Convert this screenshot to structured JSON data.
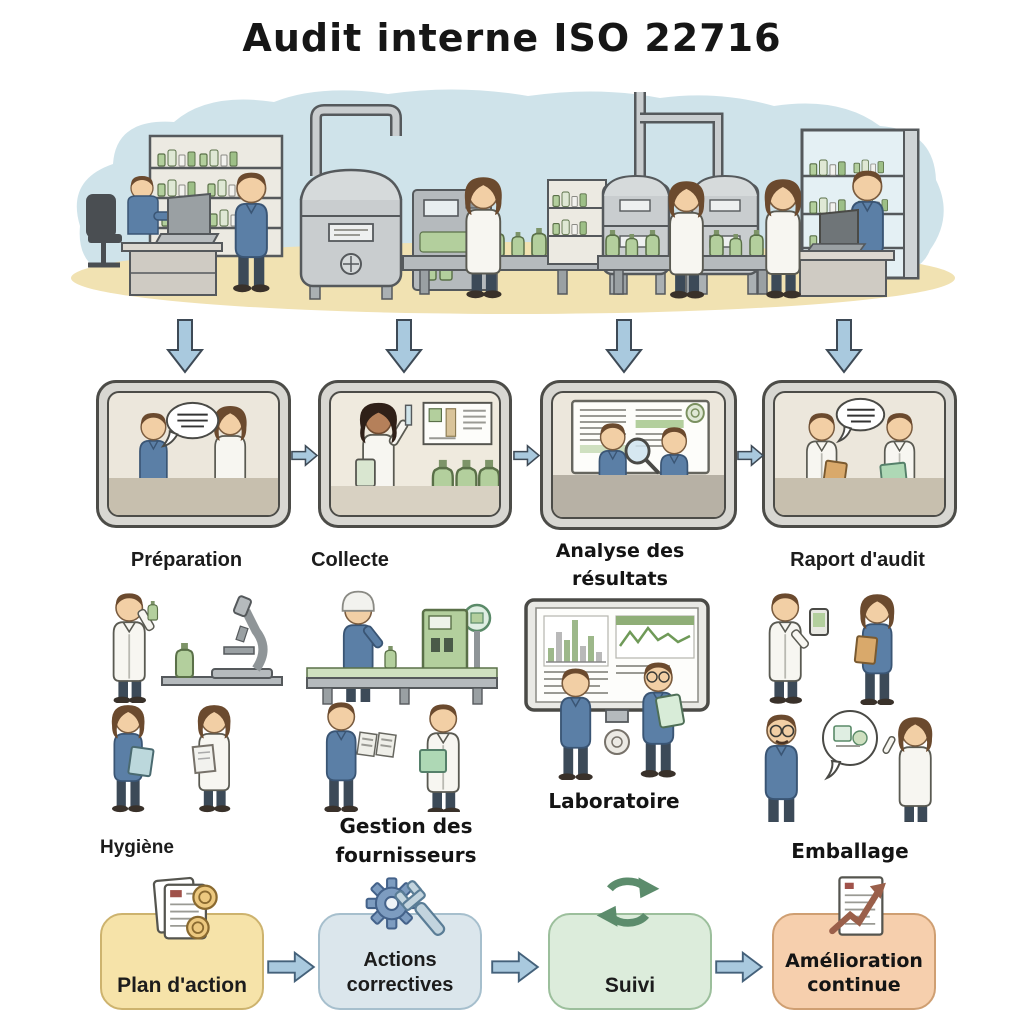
{
  "title": "Audit interne ISO 22716",
  "steps": [
    {
      "label": "Préparation",
      "illustration": "auditors-interview-scene"
    },
    {
      "label": "Collecte",
      "illustration": "sample-collection-scene"
    },
    {
      "label": "Analyse des résultats",
      "illustration": "results-review-magnifier-scene"
    },
    {
      "label": "Raport d'audit",
      "illustration": "audit-report-discussion-scene"
    }
  ],
  "areas": [
    {
      "label": "Hygiène",
      "illustrations": [
        "microscope-inspection-scene",
        "document-review-scene"
      ]
    },
    {
      "label": "Gestion des fournisseurs",
      "illustrations": [
        "production-line-worker-scene",
        "supplier-records-scene"
      ]
    },
    {
      "label": "Laboratoire",
      "illustrations": [
        "lab-monitor-charts-scene"
      ]
    },
    {
      "label": "Emballage",
      "illustrations": [
        "packaging-device-scene",
        "labeling-discussion-scene"
      ]
    }
  ],
  "flow": [
    {
      "label": "Plan d'action",
      "icon": "action-plan-documents-icon",
      "fill": "#f6e3a9",
      "border": "#cdb36e"
    },
    {
      "label": "Actions correctives",
      "icon": "gear-wrench-icon",
      "fill": "#dbe6ec",
      "border": "#a6bfcd"
    },
    {
      "label": "Suivi",
      "icon": "cycle-arrows-icon",
      "fill": "#dcecdb",
      "border": "#9cbf9c"
    },
    {
      "label": "Amélioration continue",
      "icon": "rising-chart-document-icon",
      "fill": "#f6cfad",
      "border": "#cf9f72"
    }
  ],
  "colors": {
    "sky": "#cfe3ea",
    "floor": "#f1e2b2",
    "arrow_fill": "#a9c9de",
    "arrow_border": "#3e4a56",
    "panel_frame": "#d8d7d2",
    "panel_bg": "#ece7dc",
    "bottle_green": "#b3cf9d"
  }
}
